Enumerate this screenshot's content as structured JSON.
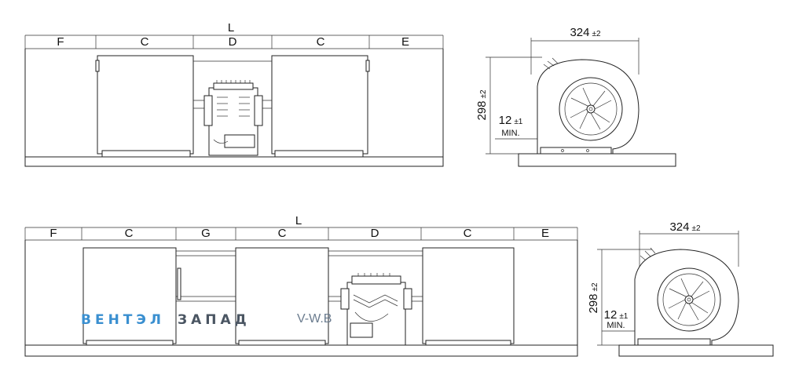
{
  "top_drawing": {
    "overall_label": "L",
    "segments": [
      "F",
      "C",
      "D",
      "C",
      "E"
    ]
  },
  "bottom_drawing": {
    "overall_label": "L",
    "segments": [
      "F",
      "C",
      "G",
      "C",
      "D",
      "C",
      "E"
    ]
  },
  "side_view": {
    "width_value": "324",
    "width_tol": "±2",
    "height_value": "298",
    "height_tol": "±2",
    "gap_value": "12",
    "gap_tol": "±1",
    "gap_note": "MIN."
  },
  "watermark": {
    "part1": "ВЕНТЭЛ",
    "part2": "ЗАПАД",
    "site": "V-W.B",
    "color1": "#3a8fd0",
    "color2": "#4a5562"
  }
}
